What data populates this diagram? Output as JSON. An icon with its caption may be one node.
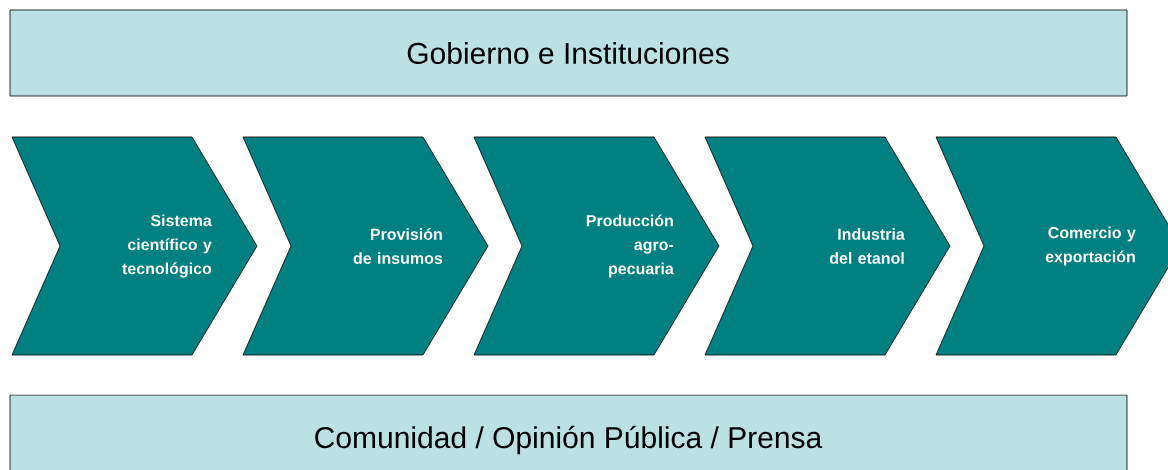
{
  "diagram": {
    "nodes": [
      {
        "text": [
          "Gobierno e Instituciones"
        ]
      },
      {
        "text": [
          "Sistema científico y tecnológico"
        ]
      },
      {
        "text": [
          "Provisión de insumos"
        ]
      },
      {
        "text": [
          "Producción agro- pecuaria"
        ]
      },
      {
        "text": [
          "Industria del etanol"
        ]
      },
      {
        "text": [
          "Comercio y exportación"
        ]
      },
      {
        "text": [
          "Comunidad / Opinión Pública / Prensa"
        ]
      }
    ]
  }
}
